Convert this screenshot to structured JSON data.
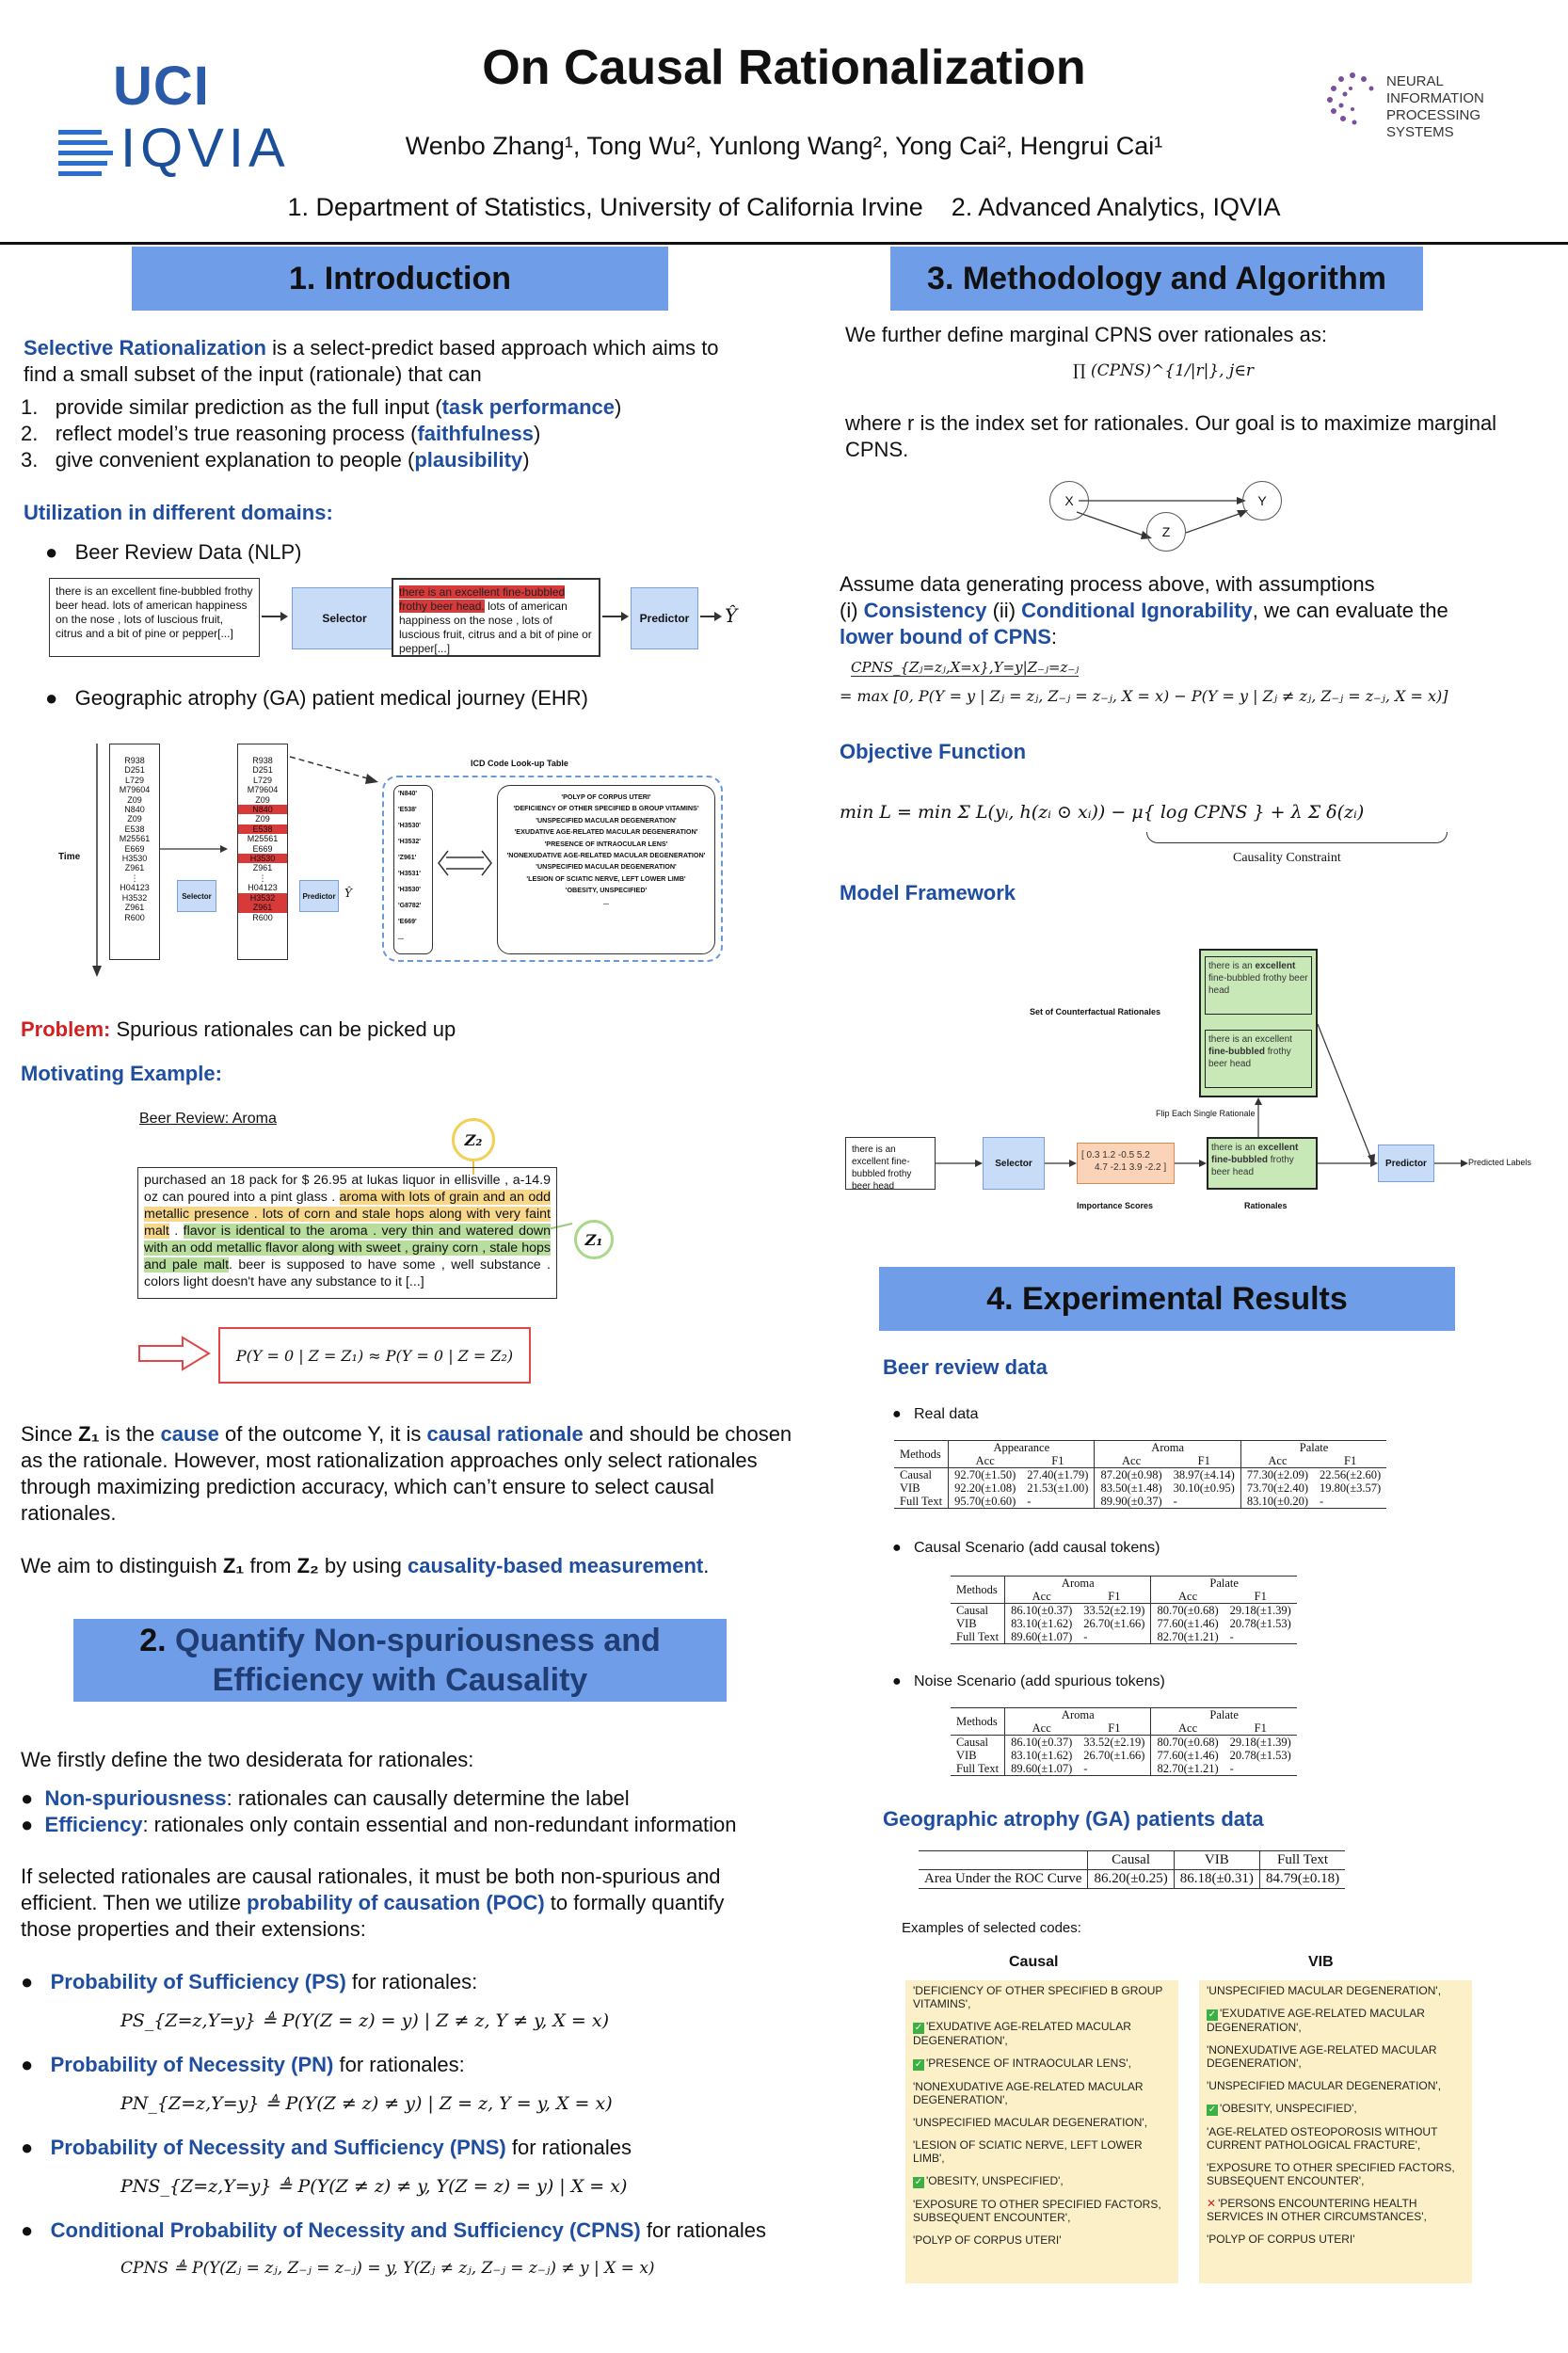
{
  "header": {
    "title": "On Causal Rationalization",
    "authors": "Wenbo Zhang¹, Tong Wu², Yunlong Wang², Yong Cai², Hengrui Cai¹",
    "affiliation_1": "1.  Department of Statistics, University of California Irvine",
    "affiliation_2": "2. Advanced Analytics, IQVIA",
    "logo_uci": "UCI",
    "logo_iqvia": "IQVIA",
    "logo_nips_1": "NEURAL INFORMATION",
    "logo_nips_2": "PROCESSING SYSTEMS"
  },
  "intro": {
    "heading": "1.  Introduction",
    "lead_bold": "Selective Rationalization",
    "lead_rest": " is a select-predict based approach which aims to find a small subset of the input (rationale) that can",
    "items": [
      {
        "num": "1.",
        "text": "provide similar prediction as the full input (",
        "bold": "task performance",
        "end": ")"
      },
      {
        "num": "2.",
        "text": "reflect model’s true reasoning process (",
        "bold": "faithfulness",
        "end": ")"
      },
      {
        "num": "3.",
        "text": "give convenient explanation to people (",
        "bold": "plausibility",
        "end": ")"
      }
    ],
    "domains_label": "Utilization in different domains:",
    "domain_1": "Beer Review Data (NLP)",
    "domain_2": "Geographic atrophy (GA) patient medical journey (EHR)",
    "beer_text": "there is an excellent fine-bubbled frothy beer head. lots of american happiness on the nose , lots of luscious fruit, citrus and a bit of pine or pepper[...]",
    "beer_sel_hl": "there is an excellent fine-bubbled frothy beer head.",
    "beer_sel_rest": " lots of american happiness on the nose , lots of luscious fruit, citrus and a bit of pine or pepper[...]",
    "selector": "Selector",
    "predictor": "Predictor",
    "yhat": "Ŷ",
    "ehr_time": "Time",
    "ehr_codes": [
      "R938",
      "D251",
      "L729",
      "M79604",
      "Z09",
      "N840",
      "Z09",
      "E538",
      "M25561",
      "E669",
      "H3530",
      "Z961",
      "⋮",
      "H04123",
      "H3532",
      "Z961",
      "R600"
    ],
    "ehr_hl_idx": [
      5,
      7,
      10,
      14,
      15
    ],
    "icd_title": "ICD Code Look-up Table",
    "icd_codes": [
      "'N840'",
      "'E538'",
      "'H3530'",
      "'H3532'",
      "'Z961'",
      "'H3531'",
      "'H3530'",
      "'G8782'",
      "'E669'",
      "..."
    ],
    "icd_desc": [
      "'POLYP OF CORPUS UTERI'",
      "'DEFICIENCY OF OTHER SPECIFIED B GROUP VITAMINS'",
      "'UNSPECIFIED MACULAR DEGENERATION'",
      "'EXUDATIVE AGE-RELATED MACULAR DEGENERATION'",
      "'PRESENCE OF INTRAOCULAR LENS'",
      "'NONEXUDATIVE AGE-RELATED MACULAR DEGENERATION'",
      "'UNSPECIFIED MACULAR DEGENERATION'",
      "'LESION OF SCIATIC NERVE, LEFT LOWER LIMB'",
      "'OBESITY, UNSPECIFIED'",
      "..."
    ],
    "problem_label": "Problem:",
    "problem_text": " Spurious rationales can be picked up",
    "motivating": "Motivating Example:",
    "beer_aroma": "Beer Review: Aroma",
    "review_a": "purchased an 18 pack for $ 26.95 at lukas liquor in ellisville , a-14.9 oz can poured into a pint glass . ",
    "review_z2": "aroma with lots of grain and an odd metallic presence . lots of corn and stale hops along with very faint malt",
    "review_b": " . ",
    "review_z1": "flavor is identical to the aroma . very thin and watered down with an odd metallic flavor along with sweet , grainy corn , stale hops and pale malt",
    "review_c": ". beer is supposed to have some , well substance . colors light doesn't have any substance to it  [...]",
    "z1": "Z₁",
    "z2": "Z₂",
    "eq_motiv": "P(Y = 0 | Z = Z₁) ≈ P(Y = 0 | Z = Z₂)",
    "since_1": "Since ",
    "since_z": "Z₁",
    "since_2": " is the ",
    "since_cause": "cause",
    "since_3": " of the outcome Y, it is ",
    "since_cr": "causal rationale",
    "since_4": " and should be chosen as the rationale. However, most rationalization approaches only select rationales through maximizing prediction accuracy, which can’t ensure to select causal rationales.",
    "aim_1": "We aim to distinguish ",
    "aim_z1": "Z₁",
    "aim_2": " from ",
    "aim_z2": "Z₂",
    "aim_3": " by using ",
    "aim_b": "causality-based measurement",
    "aim_4": "."
  },
  "quantify": {
    "heading_num": "2. ",
    "heading_a": "Quantify Non-spuriousness and",
    "heading_b": "Efficiency with Causality",
    "firstly": "We firstly define the two desiderata for rationales:",
    "d1_b": "Non-spuriousness",
    "d1": ": rationales can causally determine the label",
    "d2_b": "Efficiency",
    "d2": ": rationales only contain essential and non-redundant information",
    "if_text": "If selected rationales are causal rationales, it must be both non-spurious and efficient. Then we utilize ",
    "if_b": "probability of causation (POC)",
    "if_end": " to formally quantify those properties and their extensions:",
    "ps_b": "Probability of Sufficiency (PS)",
    "ps": " for rationales:",
    "ps_eq": "PS_{Z=z,Y=y} ≜ P(Y(Z = z) = y) | Z ≠ z, Y ≠ y, X = x)",
    "pn_b": "Probability of Necessity (PN)",
    "pn": " for rationales:",
    "pn_eq": "PN_{Z=z,Y=y} ≜ P(Y(Z ≠ z) ≠ y) | Z = z, Y = y, X = x)",
    "pns_b": "Probability of Necessity and Sufficiency (PNS)",
    "pns": " for rationales",
    "pns_eq": "PNS_{Z=z,Y=y} ≜ P(Y(Z ≠ z) ≠ y, Y(Z = z) = y) | X = x)",
    "cpns_b": "Conditional Probability of Necessity and Sufficiency (CPNS)",
    "cpns": " for rationales",
    "cpns_eq": "CPNS ≜ P(Y(Zⱼ = zⱼ, Z₋ⱼ = z₋ⱼ) = y, Y(Zⱼ ≠ zⱼ, Z₋ⱼ = z₋ⱼ) ≠ y | X = x)"
  },
  "method": {
    "heading": "3. Methodology and Algorithm",
    "marginal": "We further define marginal CPNS over rationales as:",
    "prod_eq": "∏ (CPNS)^{1/|r|}, j∈r",
    "where": "where r is the index set for rationales. Our goal is to maximize marginal CPNS.",
    "dag_x": "X",
    "dag_y": "Y",
    "dag_z": "Z",
    "assume": "Assume data generating process above, with assumptions",
    "assume_2a": "(i) ",
    "assume_c1": "Consistency",
    "assume_2b": " (ii) ",
    "assume_c2": "Conditional Ignorability",
    "assume_2c": ", we can evaluate the ",
    "assume_lb": "lower bound of CPNS",
    "assume_2d": ":",
    "lb_eq1": "CPNS_{Zⱼ=zⱼ,X=x},Y=y|Z₋ⱼ=z₋ⱼ",
    "lb_eq2": "= max [0, P(Y = y | Zⱼ = zⱼ, Z₋ⱼ = z₋ⱼ, X = x) − P(Y = y | Zⱼ ≠ zⱼ, Z₋ⱼ = z₋ⱼ, X = x)]",
    "objective": "Objective Function",
    "obj_eq": "min L = min Σ L(yᵢ, h(zᵢ ⊙ xᵢ)) − μ{ log CPNS } + λ Σ δ(zᵢ)",
    "obj_brace": "Causality Constraint",
    "framework": "Model Framework",
    "fw_cf": "Set of Counterfactual Rationales",
    "fw_r1a": "there is an ",
    "fw_r1b": "excellent",
    "fw_r1c": " fine-bubbled frothy beer head",
    "fw_r2a": "there is an excellent ",
    "fw_r2b": "fine-bubbled",
    "fw_r2c": " frothy beer head",
    "fw_flip": "Flip Each Single Rationale",
    "fw_input": "there is an excellent fine-bubbled frothy beer head",
    "fw_scores_1": "[ 0.3 1.2 -0.5  5.2",
    "fw_scores_2": "4.7 -2.1 3.9 -2.2 ]",
    "fw_imp": "Importance Scores",
    "fw_rat": "Rationales",
    "fw_pred_labels": "Predicted Labels"
  },
  "results": {
    "heading": "4. Experimental Results",
    "beer": "Beer review data",
    "real": "Real data",
    "causal_sc": "Causal Scenario (add causal tokens)",
    "noise_sc": "Noise Scenario (add spurious tokens)",
    "t1": {
      "groups": [
        "Appearance",
        "Aroma",
        "Palate"
      ],
      "cols": [
        "Acc",
        "F1"
      ],
      "methods": "Methods",
      "rows": [
        [
          "Causal",
          "92.70(±1.50)",
          "27.40(±1.79)",
          "87.20(±0.98)",
          "38.97(±4.14)",
          "77.30(±2.09)",
          "22.56(±2.60)"
        ],
        [
          "VIB",
          "92.20(±1.08)",
          "21.53(±1.00)",
          "83.50(±1.48)",
          "30.10(±0.95)",
          "73.70(±2.40)",
          "19.80(±3.57)"
        ],
        [
          "Full Text",
          "95.70(±0.60)",
          "-",
          "89.90(±0.37)",
          "-",
          "83.10(±0.20)",
          "-"
        ]
      ]
    },
    "t2": {
      "groups": [
        "Aroma",
        "Palate"
      ],
      "rows": [
        [
          "Causal",
          "86.10(±0.37)",
          "33.52(±2.19)",
          "80.70(±0.68)",
          "29.18(±1.39)"
        ],
        [
          "VIB",
          "83.10(±1.62)",
          "26.70(±1.66)",
          "77.60(±1.46)",
          "20.78(±1.53)"
        ],
        [
          "Full Text",
          "89.60(±1.07)",
          "-",
          "82.70(±1.21)",
          "-"
        ]
      ]
    },
    "t3": {
      "groups": [
        "Aroma",
        "Palate"
      ],
      "rows": [
        [
          "Causal",
          "86.10(±0.37)",
          "33.52(±2.19)",
          "80.70(±0.68)",
          "29.18(±1.39)"
        ],
        [
          "VIB",
          "83.10(±1.62)",
          "26.70(±1.66)",
          "77.60(±1.46)",
          "20.78(±1.53)"
        ],
        [
          "Full Text",
          "89.60(±1.07)",
          "-",
          "82.70(±1.21)",
          "-"
        ]
      ]
    },
    "ga": "Geographic atrophy (GA) patients data",
    "auc": {
      "cols": [
        "Causal",
        "VIB",
        "Full Text"
      ],
      "row_label": "Area Under the ROC Curve",
      "vals": [
        "86.20(±0.25)",
        "86.18(±0.31)",
        "84.79(±0.18)"
      ]
    },
    "examples": "Examples of selected codes:",
    "col_causal": "Causal",
    "col_vib": "VIB",
    "causal_codes": [
      {
        "t": "'DEFICIENCY OF OTHER SPECIFIED B GROUP VITAMINS',",
        "m": ""
      },
      {
        "t": "'EXUDATIVE AGE-RELATED MACULAR DEGENERATION',",
        "m": "ok"
      },
      {
        "t": "'PRESENCE OF INTRAOCULAR LENS',",
        "m": "ok"
      },
      {
        "t": "'NONEXUDATIVE AGE-RELATED MACULAR DEGENERATION',",
        "m": ""
      },
      {
        "t": "'UNSPECIFIED MACULAR DEGENERATION',",
        "m": ""
      },
      {
        "t": "'LESION OF SCIATIC NERVE, LEFT LOWER LIMB',",
        "m": ""
      },
      {
        "t": "'OBESITY, UNSPECIFIED',",
        "m": "ok"
      },
      {
        "t": "'EXPOSURE TO OTHER SPECIFIED FACTORS, SUBSEQUENT ENCOUNTER',",
        "m": ""
      },
      {
        "t": "'POLYP OF CORPUS UTERI'",
        "m": ""
      }
    ],
    "vib_codes": [
      {
        "t": "'UNSPECIFIED MACULAR DEGENERATION',",
        "m": ""
      },
      {
        "t": "'EXUDATIVE AGE-RELATED MACULAR DEGENERATION',",
        "m": "ok"
      },
      {
        "t": "'NONEXUDATIVE AGE-RELATED MACULAR DEGENERATION',",
        "m": ""
      },
      {
        "t": "'UNSPECIFIED MACULAR DEGENERATION',",
        "m": ""
      },
      {
        "t": "'OBESITY, UNSPECIFIED',",
        "m": "ok"
      },
      {
        "t": "'AGE-RELATED OSTEOPOROSIS WITHOUT CURRENT PATHOLOGICAL FRACTURE',",
        "m": ""
      },
      {
        "t": "'EXPOSURE TO OTHER SPECIFIED FACTORS, SUBSEQUENT ENCOUNTER',",
        "m": ""
      },
      {
        "t": "'PERSONS ENCOUNTERING HEALTH SERVICES IN OTHER CIRCUMSTANCES',",
        "m": "no"
      },
      {
        "t": "'POLYP OF CORPUS UTERI'",
        "m": ""
      }
    ]
  }
}
